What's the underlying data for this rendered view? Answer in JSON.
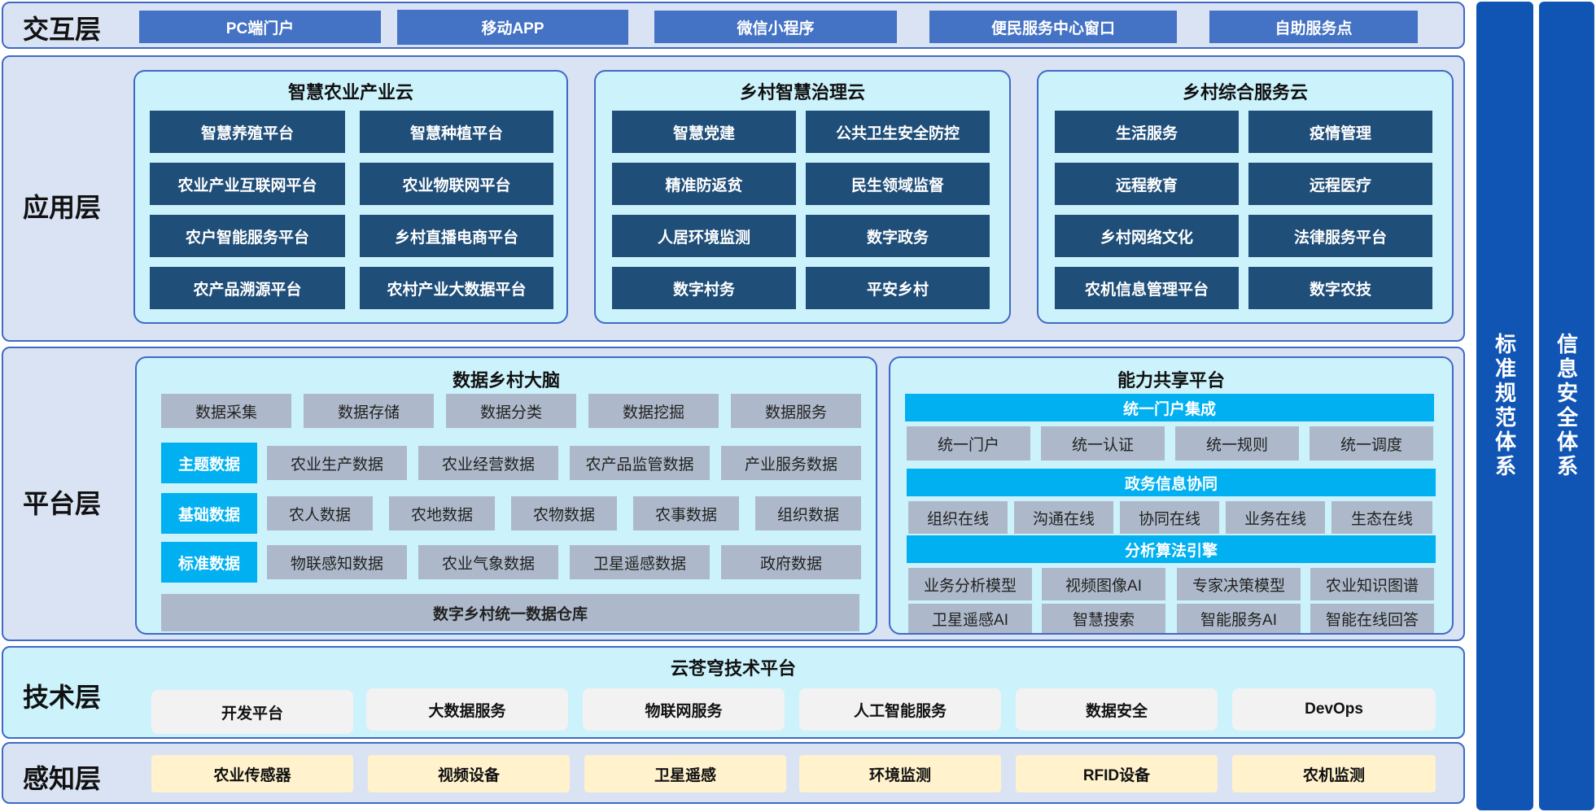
{
  "interaction": {
    "label": "交互层",
    "items": [
      "PC端门户",
      "移动APP",
      "微信小程序",
      "便民服务中心窗口",
      "自助服务点"
    ]
  },
  "application": {
    "label": "应用层",
    "panels": [
      {
        "title": "智慧农业产业云",
        "items": [
          "智慧养殖平台",
          "智慧种植平台",
          "农业产业互联网平台",
          "农业物联网平台",
          "农户智能服务平台",
          "乡村直播电商平台",
          "农产品溯源平台",
          "农村产业大数据平台"
        ]
      },
      {
        "title": "乡村智慧治理云",
        "items": [
          "智慧党建",
          "公共卫生安全防控",
          "精准防返贫",
          "民生领域监督",
          "人居环境监测",
          "数字政务",
          "数字村务",
          "平安乡村"
        ]
      },
      {
        "title": "乡村综合服务云",
        "items": [
          "生活服务",
          "疫情管理",
          "远程教育",
          "远程医疗",
          "乡村网络文化",
          "法律服务平台",
          "农机信息管理平台",
          "数字农技"
        ]
      }
    ]
  },
  "platform": {
    "label": "平台层",
    "brain": {
      "title": "数据乡村大脑",
      "top": [
        "数据采集",
        "数据存储",
        "数据分类",
        "数据挖掘",
        "数据服务"
      ],
      "rows": [
        {
          "label": "主题数据",
          "items": [
            "农业生产数据",
            "农业经营数据",
            "农产品监管数据",
            "产业服务数据"
          ]
        },
        {
          "label": "基础数据",
          "items": [
            "农人数据",
            "农地数据",
            "农物数据",
            "农事数据",
            "组织数据"
          ]
        },
        {
          "label": "标准数据",
          "items": [
            "物联感知数据",
            "农业气象数据",
            "卫星遥感数据",
            "政府数据"
          ]
        }
      ],
      "warehouse": "数字乡村统一数据仓库"
    },
    "ability": {
      "title": "能力共享平台",
      "s1": {
        "header": "统一门户集成",
        "items": [
          "统一门户",
          "统一认证",
          "统一规则",
          "统一调度"
        ]
      },
      "s2": {
        "header": "政务信息协同",
        "items": [
          "组织在线",
          "沟通在线",
          "协同在线",
          "业务在线",
          "生态在线"
        ]
      },
      "s3": {
        "header": "分析算法引擎",
        "row1": [
          "业务分析模型",
          "视频图像AI",
          "专家决策模型",
          "农业知识图谱"
        ],
        "row2": [
          "卫星遥感AI",
          "智慧搜索",
          "智能服务AI",
          "智能在线回答"
        ]
      }
    }
  },
  "tech": {
    "label": "技术层",
    "title": "云苍穹技术平台",
    "items": [
      "开发平台",
      "大数据服务",
      "物联网服务",
      "人工智能服务",
      "数据安全",
      "DevOps"
    ]
  },
  "perception": {
    "label": "感知层",
    "items": [
      "农业传感器",
      "视频设备",
      "卫星遥感",
      "环境监测",
      "RFID设备",
      "农机监测"
    ]
  },
  "side": {
    "standard": "标准规范体系",
    "security": "信息安全体系"
  },
  "colors": {
    "layer_bg": "#dae3f3",
    "panel_bg": "#ccf2fc",
    "border": "#3f6ac4",
    "blue_btn": "#4472c4",
    "dark_btn": "#1f4e79",
    "gray_btn": "#adb9ca",
    "cyan_btn": "#00b0f0",
    "side_bar": "#1155b4",
    "perception_item": "#fff2cc"
  }
}
